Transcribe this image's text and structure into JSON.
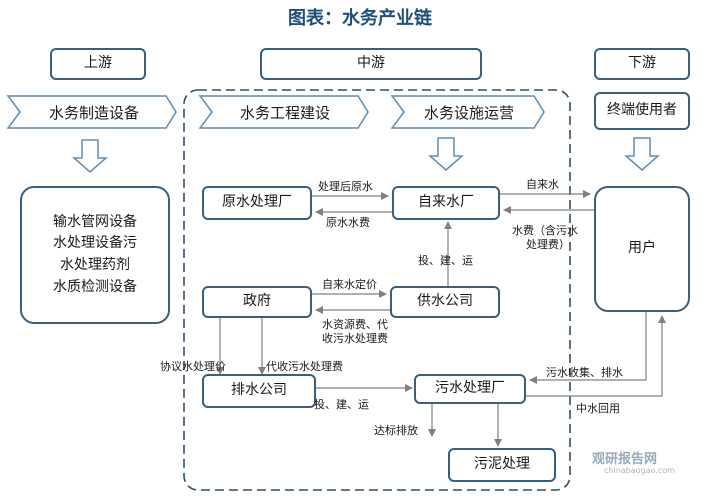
{
  "title": "图表：水务产业链",
  "headers": {
    "upstream": "上游",
    "midstream": "中游",
    "downstream": "下游"
  },
  "banners": {
    "manufacturing": "水务制造设备",
    "engineering": "水务工程建设",
    "operation": "水务设施运营"
  },
  "terminal_user": "终端使用者",
  "upstream_items": [
    "输水管网设备",
    "水处理设备污",
    "水处理药剂",
    "水质检测设备"
  ],
  "nodes": {
    "raw_water_plant": "原水处理厂",
    "tap_water_plant": "自来水厂",
    "government": "政府",
    "water_supply_company": "供水公司",
    "drainage_company": "排水公司",
    "sewage_plant": "污水处理厂",
    "sludge": "污泥处理",
    "user": "用户"
  },
  "edge_labels": {
    "treated_raw_water": "处理后原水",
    "raw_water_fee": "原水水费",
    "tap_water": "自来水",
    "water_fee_line1": "水费（含污水",
    "water_fee_line2": "处理费）",
    "invest_build_operate_1": "投、建、运",
    "tap_water_pricing": "自来水定价",
    "water_resource_fee_line1": "水资源费、代",
    "water_resource_fee_line2": "收污水处理费",
    "agreed_treatment_price": "协议水处理价",
    "collected_treatment_fee": "代收污水处理费",
    "sewage_collection": "污水收集、排水",
    "reclaimed_water": "中水回用",
    "invest_build_operate_2": "投、建、运",
    "standard_discharge": "达标排放"
  },
  "watermark": {
    "name": "观研报告网",
    "url": "chinabaogao.com"
  },
  "colors": {
    "title": "#1f4e79",
    "border": "#3a5f7d",
    "arrow": "#808080",
    "dash": "#2e4f6b"
  }
}
